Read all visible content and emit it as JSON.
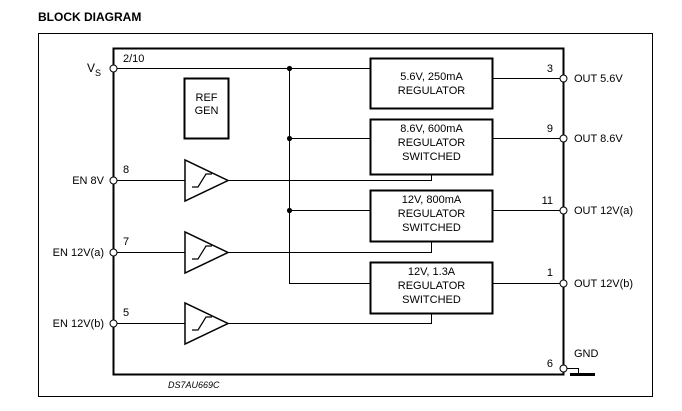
{
  "title": "BLOCK DIAGRAM",
  "chip_code": "DS7AU669C",
  "pins": {
    "vs": {
      "name": "V",
      "subscript": "S",
      "number": "2/10"
    },
    "en8": {
      "name": "EN 8V",
      "number": "8"
    },
    "en12a": {
      "name": "EN 12V(a)",
      "number": "7"
    },
    "en12b": {
      "name": "EN 12V(b)",
      "number": "5"
    },
    "out56": {
      "name": "OUT 5.6V",
      "number": "3"
    },
    "out86": {
      "name": "OUT 8.6V",
      "number": "9"
    },
    "out12a": {
      "name": "OUT 12V(a)",
      "number": "11"
    },
    "out12b": {
      "name": "OUT 12V(b)",
      "number": "1"
    },
    "gnd": {
      "name": "GND",
      "number": "6"
    }
  },
  "blocks": {
    "refgen": {
      "line1": "REF",
      "line2": "GEN"
    },
    "reg1": {
      "line1": "5.6V, 250mA",
      "line2": "REGULATOR"
    },
    "reg2": {
      "line1": "8.6V, 600mA",
      "line2": "REGULATOR",
      "line3": "SWITCHED"
    },
    "reg3": {
      "line1": "12V, 800mA",
      "line2": "REGULATOR",
      "line3": "SWITCHED"
    },
    "reg4": {
      "line1": "12V, 1.3A",
      "line2": "REGULATOR",
      "line3": "SWITCHED"
    }
  }
}
